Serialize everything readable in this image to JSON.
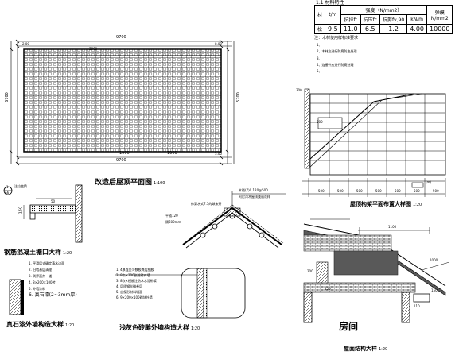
{
  "table": {
    "caption": "1.1  材料特性",
    "header_group": "强度（N/mm2）",
    "col_grade": "材",
    "col_t": "t/m",
    "col_tension": "抗拉ft",
    "col_compress": "抗压fc",
    "col_shear": "抗剪fv,90",
    "col_unit": "kN/m",
    "col_mod_label": "弹模",
    "col_mod_unit": "N/mm2",
    "row_label": "松",
    "values": [
      "9.5",
      "11.0",
      "6.5",
      "1.2",
      "4.00",
      "10000"
    ]
  },
  "notes": {
    "heading": "注：木材使用样标准要求",
    "lines": [
      "1、",
      "2、木材应进行防腐防虫处理",
      "3、",
      "4、连接件应进行防腐处理",
      "5、"
    ]
  },
  "plan": {
    "dim_top": "9700",
    "dim_left": "6700",
    "dim_right": "5700",
    "dim_bottom_inner": "1900",
    "dim_bottom_outer": "9700",
    "dim_bottom_right": "1900",
    "edge_tl": "2.00",
    "edge_tr": "8.00",
    "edge_br": "3.00",
    "center_top": "5600",
    "title": "改造后屋顶平面图",
    "scale": "1:100"
  },
  "eave_detail": {
    "title": "钢筋混凝土檐口大样",
    "scale": "1:20",
    "circle_top": "1",
    "circle_bottom": "A6",
    "dim1": "150",
    "dim2": "50",
    "label": "注拉变换"
  },
  "ridge_detail": {
    "label1": "修第水式7.5的球来开",
    "label2": "平钺120",
    "label3": "木钺(7)0 120@500",
    "label4": "阿尼月木屋顶美丽花样",
    "label5": "隔600mm"
  },
  "elevation": {
    "title": "屋顶构架平面布置大样图",
    "scale": "1:20",
    "label_300": "300",
    "label_500": "500",
    "label_lm": "(m)",
    "bottom_dims": [
      "500",
      "500",
      "500",
      "500",
      "500",
      "500",
      "500"
    ]
  },
  "tile_detail": {
    "title": "浅灰色砖雕外墙构造大样",
    "scale": "1:20",
    "lines": [
      "1. 4厚连金少数胶粪层细胶",
      "2. 8厹×100张陀砖对墙",
      "3. 8衣×模板注防水水泥砂浆",
      "4. 层质钢丝微卷层",
      "5. 自保形材料墙面",
      "6. 9×200×100砌块外墙"
    ]
  },
  "stone_detail": {
    "title": "真石漆外墙构造大样",
    "scale": "1:20",
    "lines": [
      "1. 平滑层式确定清水边面",
      "2. 旧墙基层清理",
      "3. 刷界面剂一道",
      "4. 8×200×100砖",
      "5. 外墙涂料",
      "6. 真石漆(2~3mm厚)"
    ]
  },
  "section": {
    "title": "屋面结构大样",
    "scale": "1:20",
    "room_label": "房间",
    "dim_mid": "1100",
    "dim_right": "1000",
    "dim_a": "200",
    "dim_b": "250",
    "dim_c": "150",
    "dim_d": "110"
  }
}
